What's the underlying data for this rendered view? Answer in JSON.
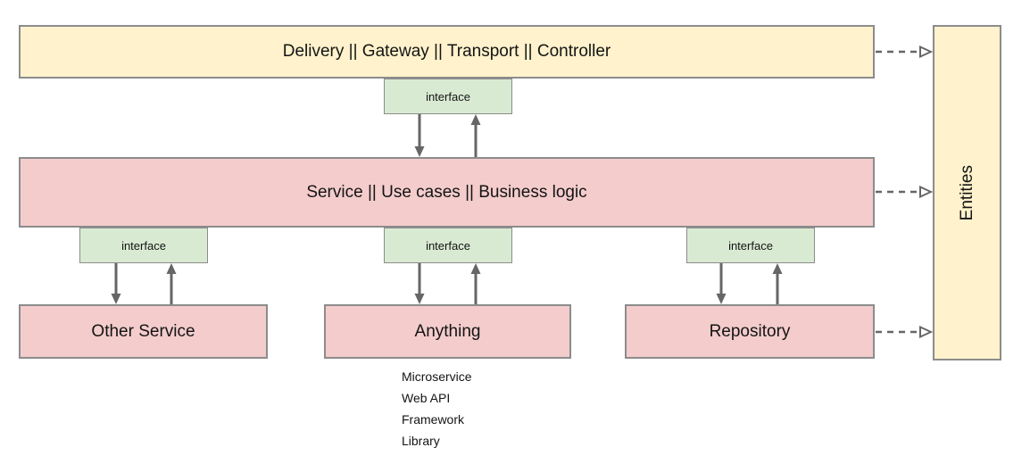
{
  "diagram": {
    "title": "clean architecture layers diagram",
    "layers": {
      "delivery": {
        "label": "Delivery || Gateway || Transport || Controller"
      },
      "service": {
        "label": "Service || Use cases || Business logic"
      },
      "other_service": {
        "label": "Other Service"
      },
      "anything": {
        "label": "Anything",
        "examples": [
          "Microservice",
          "Web API",
          "Framework",
          "Library"
        ]
      },
      "repository": {
        "label": "Repository"
      },
      "entities": {
        "label": "Entities"
      }
    },
    "interface_label": "interface",
    "colors": {
      "yellow_fill": "#fff2cc",
      "pink_fill": "#f4cccc",
      "green_fill": "#d9ead3",
      "box_border": "#8c8c8c",
      "arrow": "#666666",
      "text": "#141414"
    }
  }
}
